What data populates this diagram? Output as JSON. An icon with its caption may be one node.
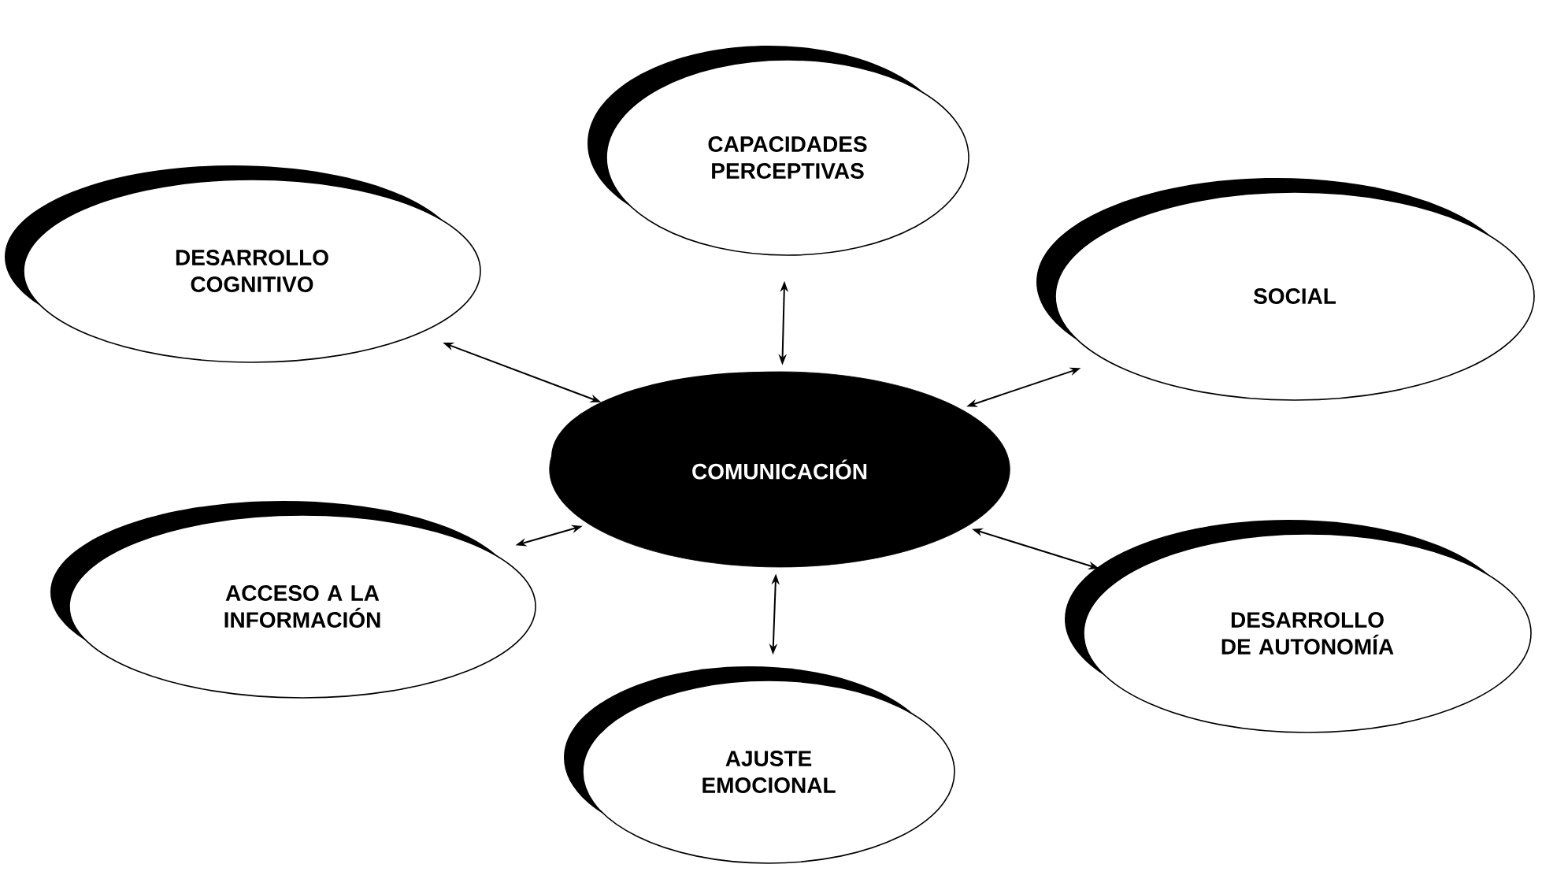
{
  "diagram": {
    "nodes": [
      {
        "text": [
          "CAPACIDADES PERCEPTIVAS"
        ]
      },
      {
        "text": [
          "DESARROLLO COGNITIVO"
        ]
      },
      {
        "text": [
          "SOCIAL"
        ]
      },
      {
        "text": [
          "COMUNICACIÓN"
        ]
      },
      {
        "text": [
          "ACCESO A LA INFORMACIÓN"
        ]
      },
      {
        "text": [
          "DESARROLLO DE AUTONOMÍA"
        ]
      },
      {
        "text": [
          "AJUSTE EMOCIONAL"
        ]
      }
    ],
    "edges": [
      {
        "from": 3,
        "to": 0,
        "arrow": "both"
      },
      {
        "from": 3,
        "to": 1,
        "arrow": "both"
      },
      {
        "from": 3,
        "to": 2,
        "arrow": "both"
      },
      {
        "from": 3,
        "to": 4,
        "arrow": "both"
      },
      {
        "from": 3,
        "to": 5,
        "arrow": "both"
      },
      {
        "from": 3,
        "to": 6,
        "arrow": "both"
      }
    ]
  }
}
